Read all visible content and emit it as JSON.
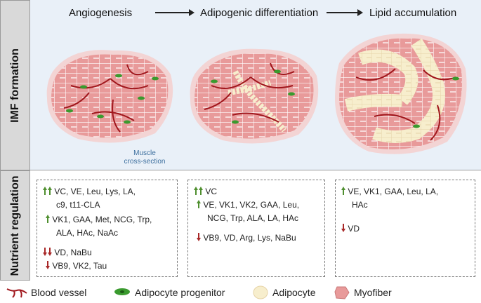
{
  "side_labels": {
    "top": "IMF formation",
    "bottom": "Nutrient regulation"
  },
  "stages": [
    "Angiogenesis",
    "Adipogenic differentiation",
    "Lipid accumulation"
  ],
  "muscle_caption": [
    "Muscle",
    "cross-section"
  ],
  "nutrients": {
    "col1": {
      "double_up": [
        "VC, VE, Leu, Lys, LA,",
        "c9, t11-CLA"
      ],
      "up": [
        "VK1, GAA, Met, NCG, Trp,",
        "ALA, HAc, NaAc"
      ],
      "double_down": [
        "VD, NaBu"
      ],
      "down": [
        "VB9, VK2, Tau"
      ]
    },
    "col2": {
      "double_up": [
        "VC"
      ],
      "up": [
        "VE, VK1, VK2, GAA, Leu,",
        "NCG, Trp, ALA, LA, HAc"
      ],
      "down": [
        "VB9, VD, Arg, Lys, NaBu"
      ]
    },
    "col3": {
      "up": [
        "VE, VK1, GAA, Leu, LA,",
        "HAc"
      ],
      "down": [
        "VD"
      ]
    }
  },
  "legend": {
    "blood_vessel": "Blood vessel",
    "adipocyte_progenitor": "Adipocyte progenitor",
    "adipocyte": "Adipocyte",
    "myofiber": "Myofiber"
  },
  "colors": {
    "myofiber": "#e89a9a",
    "myofiber_edge": "#ffffff",
    "vessel": "#a0161c",
    "progenitor": "#3a9a2e",
    "adipocyte": "#f7eecd",
    "panel_bg": "#e9f0f8",
    "up_arrow": "#4f8f2f",
    "down_arrow": "#a82828"
  }
}
